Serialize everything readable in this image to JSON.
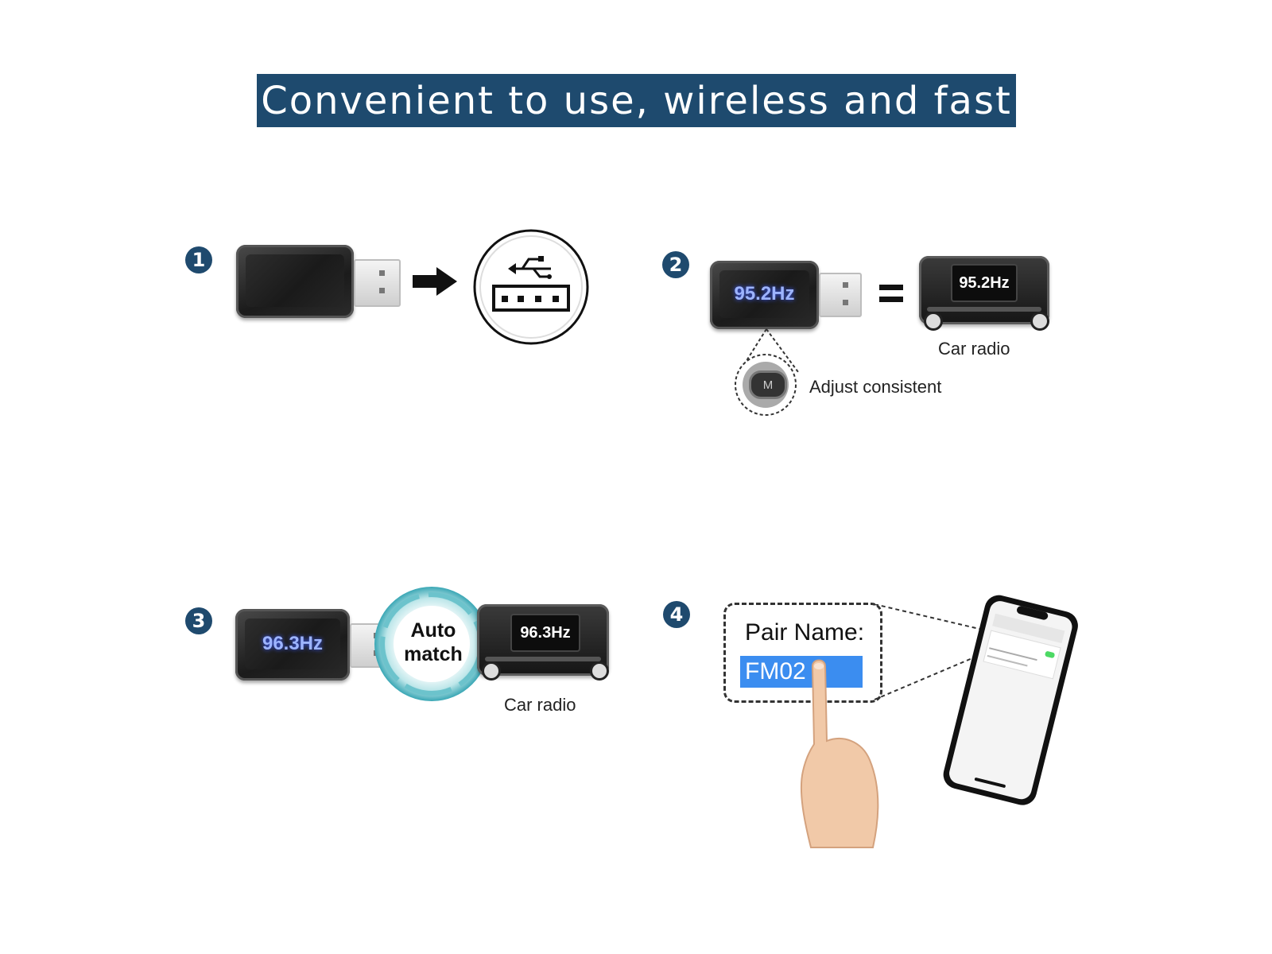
{
  "banner": {
    "title": "Convenient to use, wireless and fast"
  },
  "steps": [
    {
      "number": "1"
    },
    {
      "number": "2",
      "dongle_freq": "95.2Hz",
      "radio_freq": "95.2Hz",
      "radio_label": "Car radio",
      "button_letter": "M",
      "button_label": "Adjust consistent"
    },
    {
      "number": "3",
      "dongle_freq": "96.3Hz",
      "radio_freq": "96.3Hz",
      "radio_label": "Car radio",
      "auto_line1": "Auto",
      "auto_line2": "match"
    },
    {
      "number": "4",
      "pair_title": "Pair Name:",
      "pair_value": "FM02"
    }
  ],
  "colors": {
    "banner": "#1e4a6e",
    "step_badge": "#1f4a6e",
    "freq_text": "#9db4ff",
    "pair_highlight": "#3b8df0",
    "auto_ring": "#3aa7b5"
  },
  "icons": [
    "usb-icon",
    "arrow-right-icon",
    "equals-icon",
    "smartphone-icon",
    "hand-icon"
  ]
}
